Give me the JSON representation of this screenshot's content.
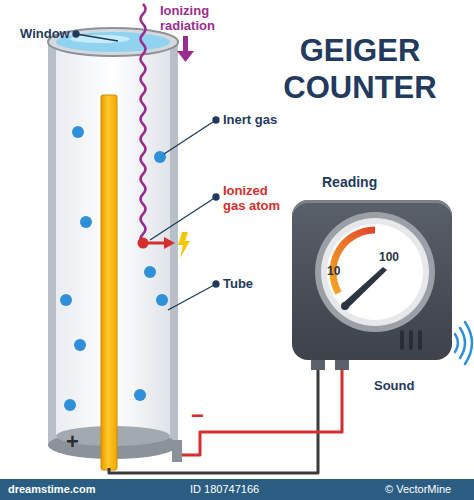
{
  "diagram": {
    "title": "GEIGER COUNTER",
    "nodes": [
      {
        "text": [
          "Reading"
        ]
      },
      {
        "text": [
          "10",
          "100"
        ],
        "in": 0
      }
    ],
    "labels": [
      "Window",
      "Ionizing radiation",
      "Inert gas",
      "Ionized gas atom",
      "Tube",
      "Sound",
      "+",
      "−",
      "dreamstime.com",
      "ID 180747166",
      "© VectorMine"
    ]
  }
}
